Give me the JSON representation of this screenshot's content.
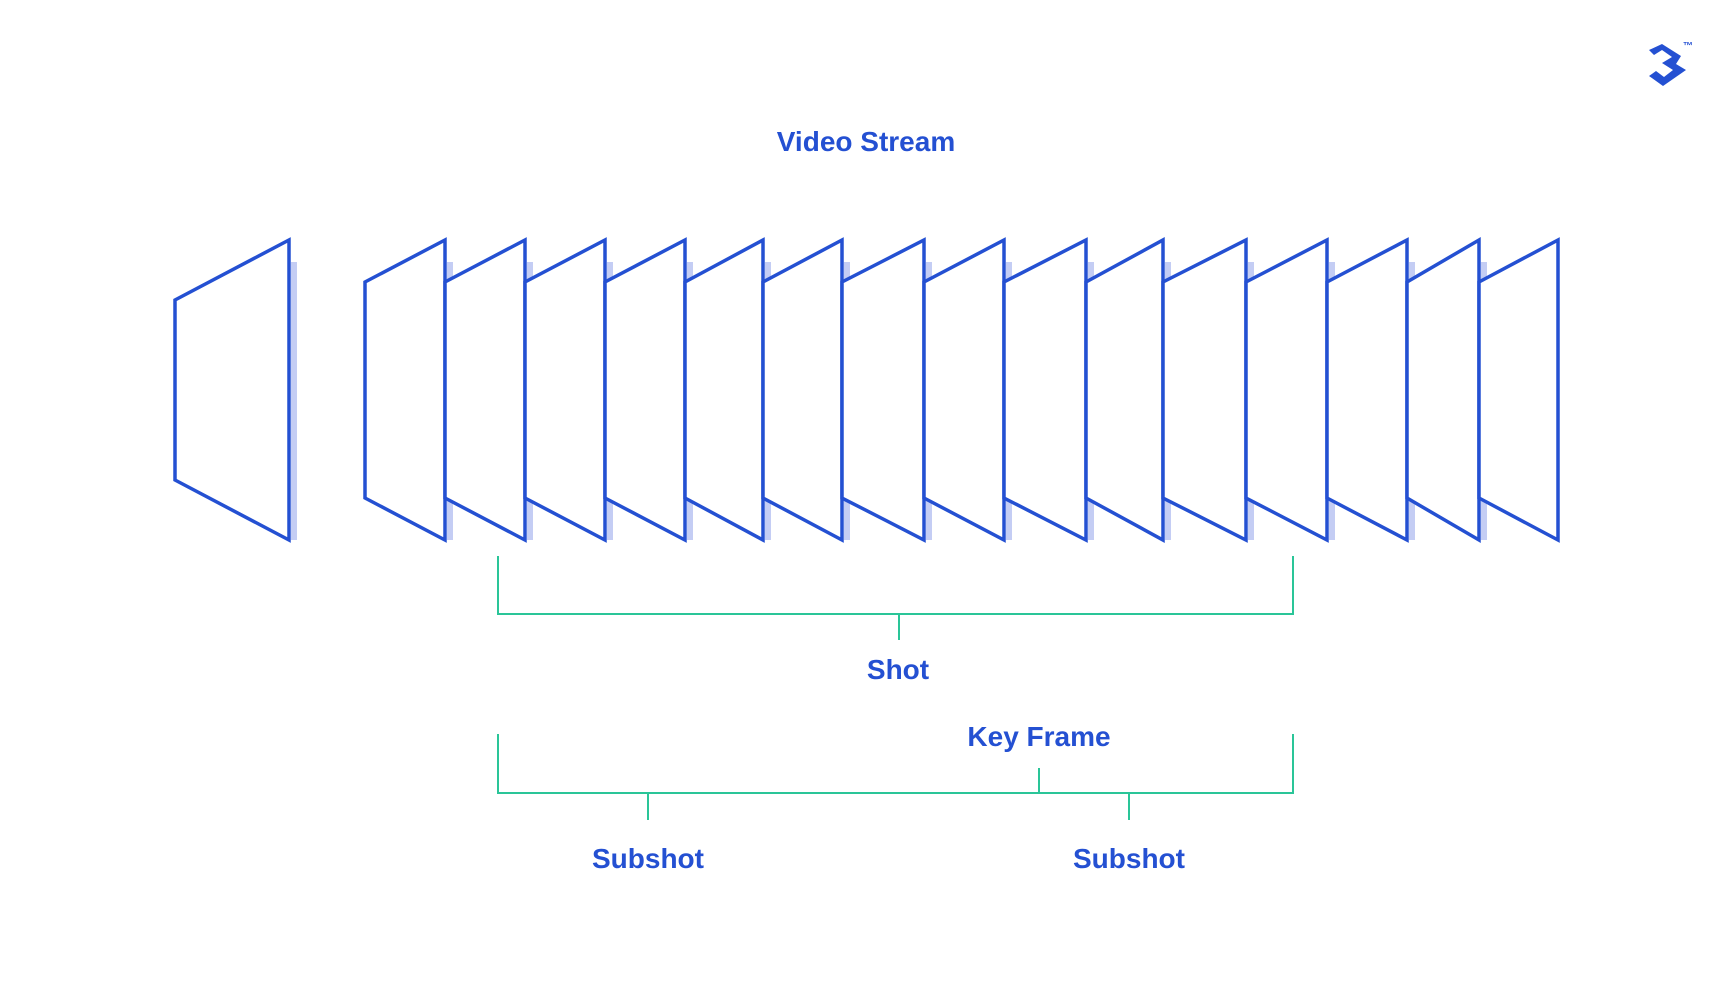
{
  "title": "Video Stream",
  "labels": {
    "shot": "Shot",
    "key_frame": "Key Frame",
    "subshot_left": "Subshot",
    "subshot_right": "Subshot",
    "trademark": "™"
  },
  "frames": {
    "count": 16
  },
  "colors": {
    "frame_stroke": "#2450d2",
    "frame_shadow": "#c4cdf4",
    "bracket": "#2ac598",
    "label": "#2450d2",
    "logo": "#2450d2"
  },
  "icons": {
    "logo": "toptal-logo-icon"
  }
}
